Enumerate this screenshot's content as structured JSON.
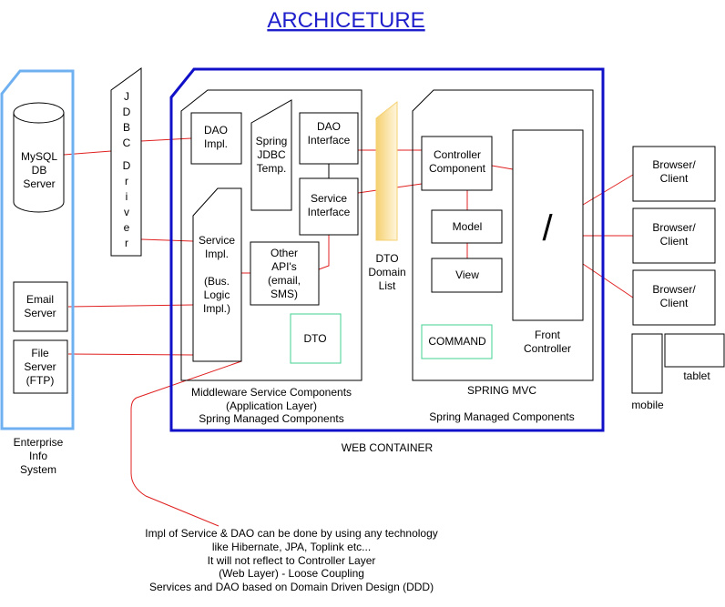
{
  "title": "ARCHICETURE",
  "enterprise": {
    "label": [
      "Enterprise",
      "Info",
      "System"
    ],
    "mysql": [
      "MySQL",
      "DB",
      "Server"
    ],
    "email": [
      "Email",
      "Server"
    ],
    "file": [
      "File",
      "Server",
      "(FTP)"
    ]
  },
  "jdbc": [
    "J",
    "D",
    "B",
    "C",
    "",
    "D",
    "r",
    "i",
    "v",
    "e",
    "r"
  ],
  "middleware": {
    "dao_impl": [
      "DAO",
      "Impl."
    ],
    "spring_jdbc": [
      "Spring",
      "JDBC",
      "Temp."
    ],
    "dao_interface": [
      "DAO",
      "Interface"
    ],
    "service_interface": [
      "Service",
      "Interface"
    ],
    "service_impl": [
      "Service",
      "Impl.",
      "",
      "(Bus.",
      "Logic",
      "Impl.)"
    ],
    "other_apis": [
      "Other",
      "API's",
      "(email,",
      "SMS)"
    ],
    "dto": "DTO",
    "caption": [
      "Middleware Service Components",
      "(Application Layer)",
      "Spring Managed Components"
    ]
  },
  "dto_domain": [
    "DTO",
    "Domain",
    "List"
  ],
  "mvc": {
    "controller": [
      "Controller",
      "Component"
    ],
    "model": "Model",
    "view": "View",
    "command": "COMMAND",
    "front_symbol": "/",
    "front_controller": [
      "Front",
      "Controller"
    ],
    "caption1": "SPRING MVC",
    "caption2": "Spring Managed Components"
  },
  "web_container": "WEB CONTAINER",
  "clients": {
    "browser": [
      "Browser/",
      "Client"
    ],
    "mobile": "mobile",
    "tablet": "tablet"
  },
  "note": [
    "Impl of Service & DAO can be done by using any technology",
    "like Hibernate, JPA, Toplink etc...",
    "It will not reflect to Controller Layer",
    "(Web Layer) - Loose Coupling",
    "Services and DAO based on Domain Driven Design (DDD)"
  ],
  "colors": {
    "title": "#1f1fcc",
    "enterprise_border": "#6fb0f0",
    "web_container_border": "#1010c8",
    "connector": "#e02020",
    "dto_border": "#40d090",
    "dto_bar": "#f5d070"
  }
}
